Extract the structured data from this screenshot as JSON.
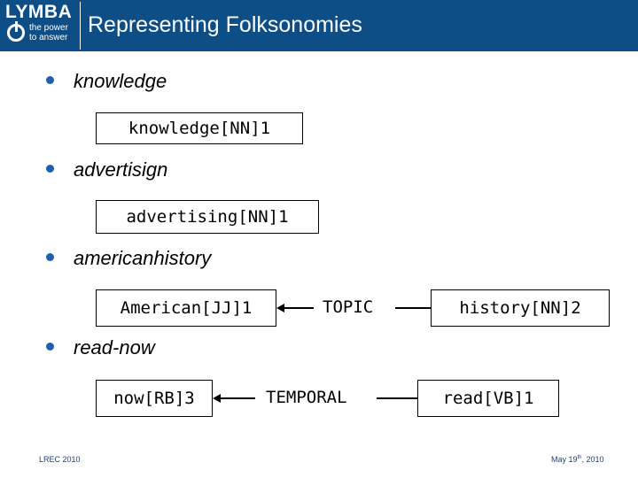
{
  "header": {
    "logo": {
      "name": "LYMBA",
      "tagline": [
        "the power",
        "to answer"
      ]
    },
    "title": "Representing Folksonomies"
  },
  "bullets": [
    {
      "text": "knowledge"
    },
    {
      "text": "advertisign"
    },
    {
      "text": "americanhistory"
    },
    {
      "text": "read-now"
    }
  ],
  "annotations": {
    "knowledge": {
      "box": "knowledge[NN]1"
    },
    "advertisign": {
      "box": "advertising[NN]1"
    },
    "americanhistory": {
      "left_box": "American[JJ]1",
      "relation": "TOPIC",
      "right_box": "history[NN]2"
    },
    "read_now": {
      "left_box": "now[RB]3",
      "relation": "TEMPORAL",
      "right_box": "read[VB]1"
    }
  },
  "footer": {
    "left": "LREC 2010",
    "right_prefix": "May 19",
    "right_sup": "th",
    "right_suffix": ", 2010"
  }
}
